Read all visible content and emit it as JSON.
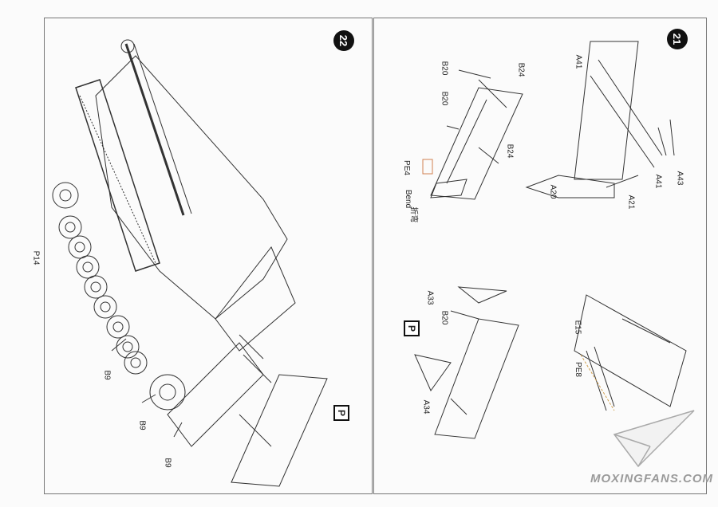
{
  "page_label": "P14",
  "steps": {
    "left": "22",
    "right": "21"
  },
  "left_panel": {
    "parts": [
      "B9",
      "B9",
      "B9"
    ],
    "p_marker": "P"
  },
  "right_panel": {
    "top_left": {
      "parts": [
        "B20",
        "B20",
        "B24",
        "B24",
        "PE4"
      ],
      "bend_label": "Bend",
      "bend_cn": "折弯"
    },
    "top_right": {
      "parts": [
        "A41",
        "A41",
        "A43",
        "A20",
        "A21"
      ]
    },
    "bottom_left": {
      "parts": [
        "A33",
        "B20",
        "A34"
      ],
      "p_marker": "P"
    },
    "bottom_right": {
      "parts": [
        "E15",
        "PE8"
      ]
    }
  },
  "watermark": "MOXINGFANS.COM"
}
